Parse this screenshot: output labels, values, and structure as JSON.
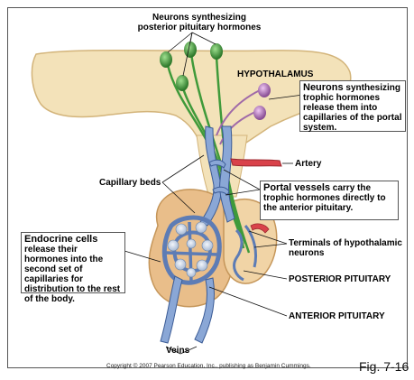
{
  "labels": {
    "neurons_synth_post_1": "Neurons synthesizing",
    "neurons_synth_post_2": "posterior pituitary hormones",
    "hypothalamus": "HYPOTHALAMUS",
    "trophic_box": {
      "bold": "Neurons",
      "rest": "synthesizing trophic hormones release them into capillaries of the portal system."
    },
    "artery": "Artery",
    "capillary_beds": "Capillary beds",
    "portal_box": {
      "bold": "Portal vessels",
      "rest": "carry the trophic hormones directly to the anterior pituitary."
    },
    "endocrine_box": {
      "bold": "Endocrine cells",
      "rest": "release their hormones into the second set of capillaries for distribution to the rest of the body."
    },
    "terminals_1": "Terminals of hypothalamic",
    "terminals_2": "neurons",
    "posterior_pituitary": "POSTERIOR PITUITARY",
    "anterior_pituitary": "ANTERIOR PITUITARY",
    "veins": "Veins",
    "copyright": "Copyright © 2007 Pearson Education, Inc., publishing as Benjamin Cummings.",
    "fig": "Fig. 7-16"
  },
  "colors": {
    "tissue": "#f3e2b9",
    "tissue_edge": "#d3b47a",
    "gland": "#e9be8a",
    "vessel": "#8aa7d6",
    "vessel_edge": "#3c5c96",
    "artery": "#d9424a",
    "neuron_green": "#3f9a3a",
    "neuron_purple": "#a06aa8"
  }
}
